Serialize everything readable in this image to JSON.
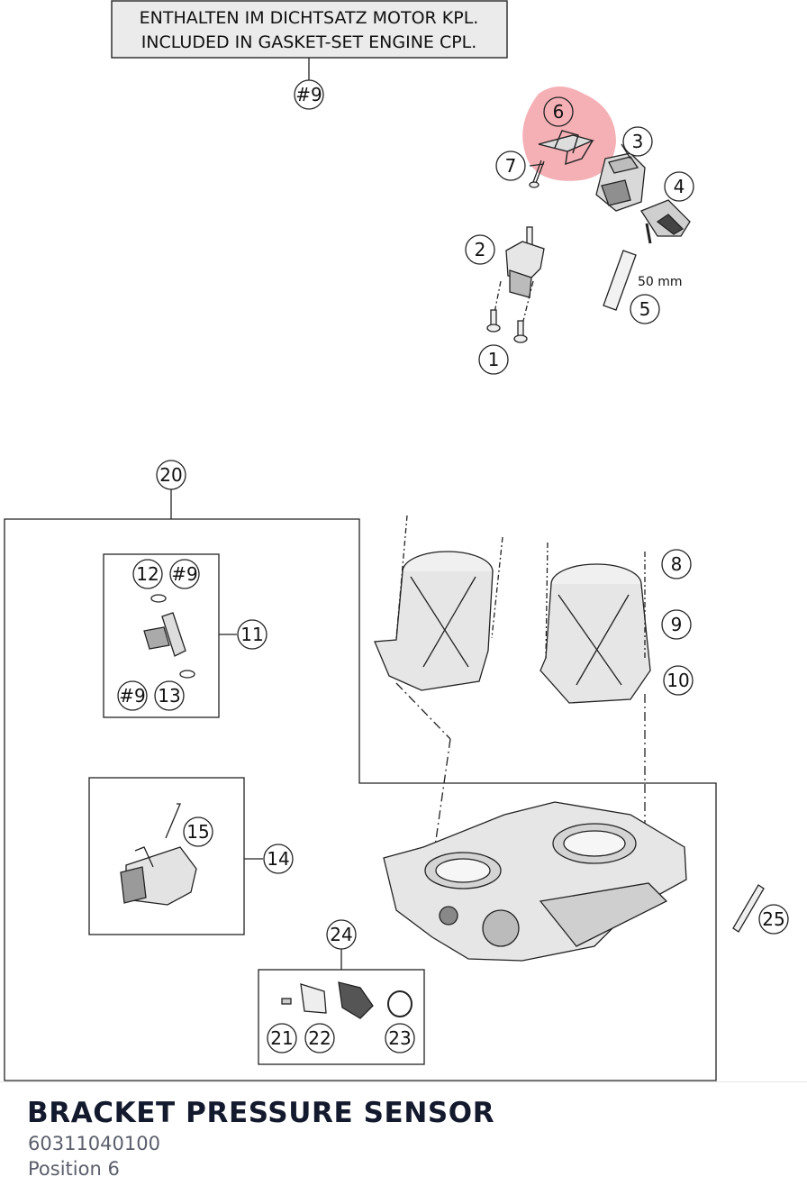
{
  "note": {
    "line1": "ENTHALTEN IM DICHTSATZ MOTOR KPL.",
    "line2": "INCLUDED IN GASKET-SET ENGINE CPL.",
    "ref": "#9"
  },
  "highlight_color": "#e8505b",
  "callouts": {
    "c1": "1",
    "c2": "2",
    "c3": "3",
    "c4": "4",
    "c5": "5",
    "c6": "6",
    "c7": "7",
    "c8": "8",
    "c9": "9",
    "c10": "10",
    "c11": "11",
    "c12": "12",
    "c12ref": "#9",
    "c13": "13",
    "c13ref": "#9",
    "c14": "14",
    "c15": "15",
    "c20": "20",
    "c21": "21",
    "c22": "22",
    "c23": "23",
    "c24": "24",
    "c25": "25"
  },
  "hose_length": "50 mm",
  "part": {
    "title": "BRACKET PRESSURE SENSOR",
    "number": "60311040100",
    "position": "Position 6"
  }
}
